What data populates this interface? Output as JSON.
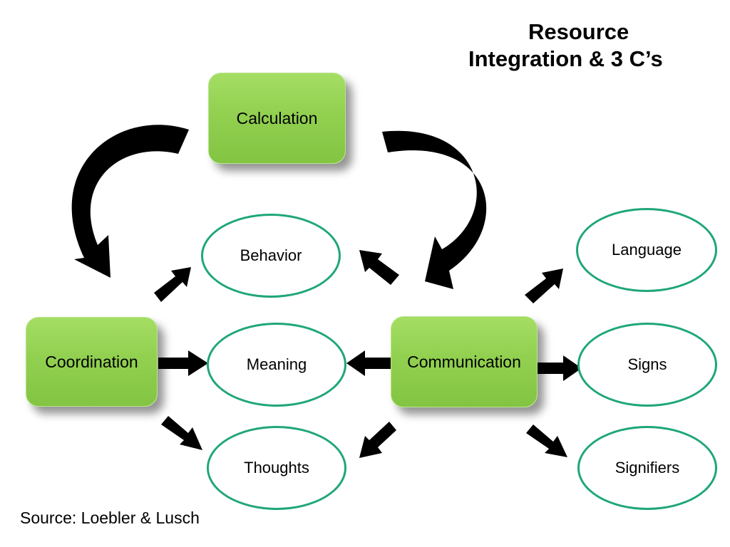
{
  "title": {
    "line1": "Resource",
    "line2": "Integration & 3 C’s"
  },
  "boxes": {
    "calculation": "Calculation",
    "coordination": "Coordination",
    "communication": "Communication"
  },
  "ovals": {
    "behavior": "Behavior",
    "meaning": "Meaning",
    "thoughts": "Thoughts",
    "language": "Language",
    "signs": "Signs",
    "signifiers": "Signifiers"
  },
  "source": "Source: Loebler & Lusch",
  "colors": {
    "box_fill": "#92d050",
    "oval_border": "#1fa67a",
    "arrow": "#000000"
  }
}
